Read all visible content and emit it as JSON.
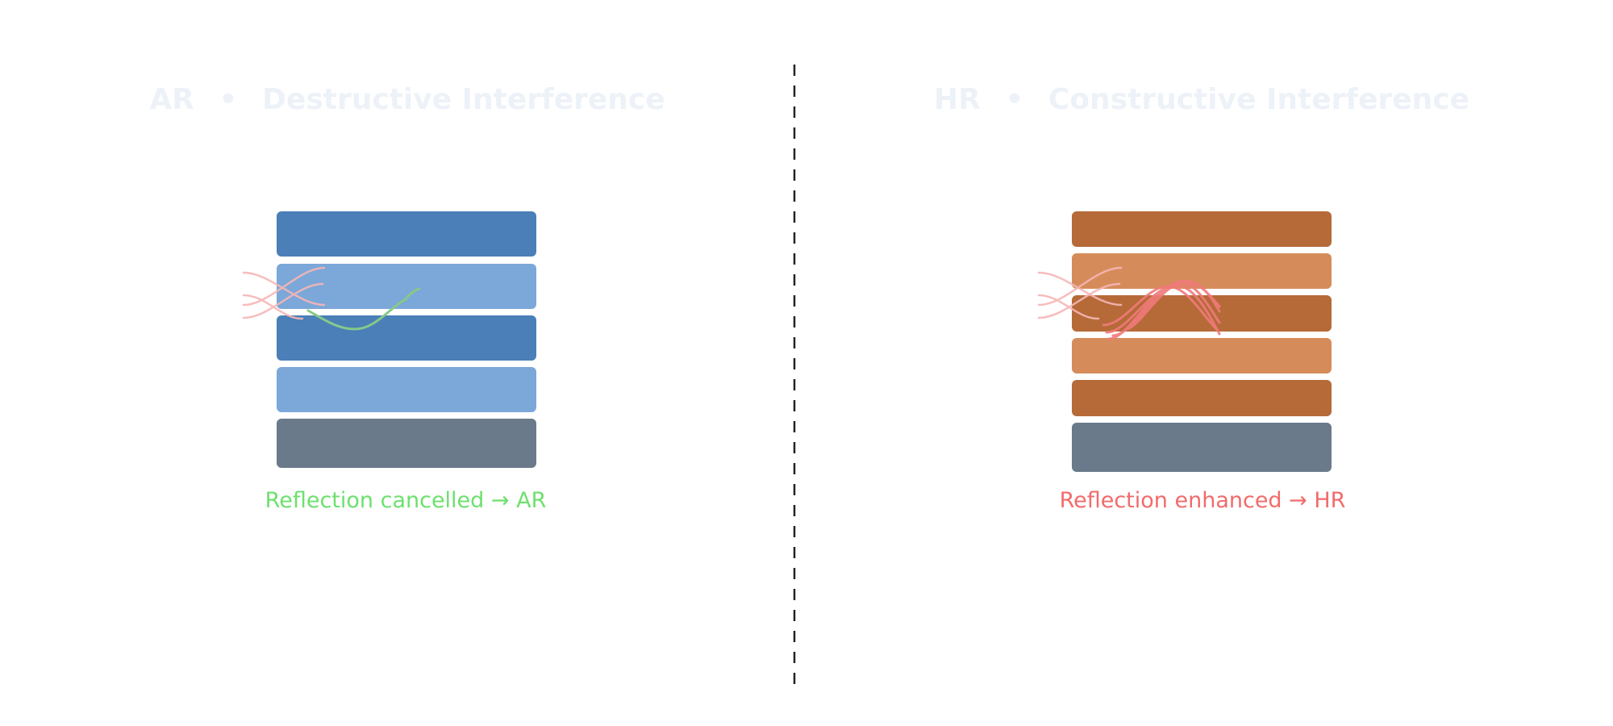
{
  "panels": [
    {
      "id": "ar",
      "title_code": "AR",
      "title_text": "Destructive Interference",
      "caption": "Reflection cancelled → AR",
      "caption_color": "#6ee06e",
      "wave_incident_color": "#f6b6b6",
      "wave_result_color": "#86c98a",
      "layer_colors": [
        "#4a7fb8",
        "#7ba7d9",
        "#4a7fb8",
        "#7ba7d9",
        "#6a7a8a"
      ]
    },
    {
      "id": "hr",
      "title_code": "HR",
      "title_text": "Constructive Interference",
      "caption": "Reflection enhanced → HR",
      "caption_color": "#f26b6b",
      "wave_incident_color": "#f6b6b6",
      "wave_result_color": "#f07a7a",
      "layer_colors": [
        "#b56a38",
        "#d68c5a",
        "#b56a38",
        "#d68c5a",
        "#b56a38",
        "#6a7a8a"
      ]
    }
  ],
  "separator": "•",
  "title_color": "#edf2f8",
  "divider_color": "#222222"
}
